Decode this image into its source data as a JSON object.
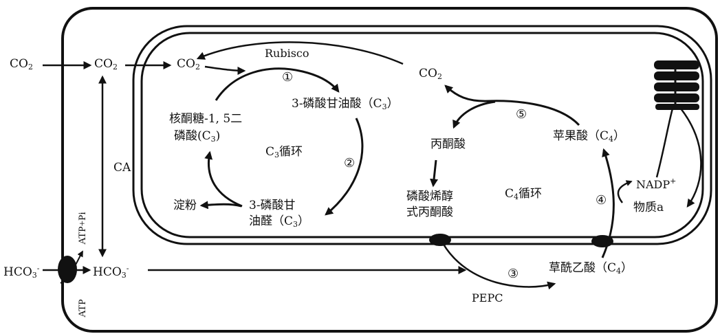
{
  "colors": {
    "ink": "#111111",
    "background": "#ffffff"
  },
  "icons": [
    "thylakoid-grana-icon",
    "transporter-protein-icon"
  ],
  "labels": {
    "co2_outside": "CO",
    "co2_outside_sub": "2",
    "co2_cytosol": "CO",
    "co2_cytosol_sub": "2",
    "co2_stroma": "CO",
    "co2_stroma_sub": "2",
    "co2_released": "CO",
    "co2_released_sub": "2",
    "rubisco": "Rubisco",
    "step1": "①",
    "step2": "②",
    "step3": "③",
    "step4": "④",
    "step5": "⑤",
    "pga": "3-磷酸甘油酸（C",
    "pga_sub": "3",
    "pga_close": "）",
    "rubp_line1": "核酮糖-1, 5二",
    "rubp_line2": "磷酸(C",
    "rubp_sub": "3",
    "rubp_close": ")",
    "c3_cycle": "C",
    "c3_cycle_sub": "3",
    "c3_cycle_tail": "循环",
    "starch": "淀粉",
    "g3p_line1": "3-磷酸甘",
    "g3p_line2": "油醛（C",
    "g3p_sub": "3",
    "g3p_close": "）",
    "ca": "CA",
    "atp_pi": "ATP+Pi",
    "atp": "ATP",
    "hco3_outside": "HCO",
    "hco3_outside_sub": "3",
    "hco3_outside_sup": "-",
    "hco3_cytosol": "HCO",
    "hco3_cytosol_sub": "3",
    "hco3_cytosol_sup": "-",
    "pyruvate": "丙酮酸",
    "malate": "苹果酸（C",
    "malate_sub": "4",
    "malate_close": "）",
    "pep_line1": "磷酸烯醇",
    "pep_line2": "式丙酮酸",
    "c4_cycle": "C",
    "c4_cycle_sub": "4",
    "c4_cycle_tail": "循环",
    "nadp": "NADP",
    "nadp_sup": "+",
    "substance_a": "物质a",
    "oaa": "草酰乙酸（C",
    "oaa_sub": "4",
    "oaa_close": "）",
    "pepc": "PEPC"
  }
}
